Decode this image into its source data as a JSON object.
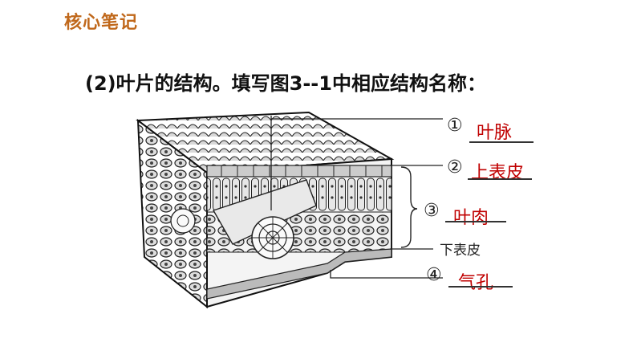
{
  "header": {
    "title": "核心笔记"
  },
  "question": {
    "text": "(2)叶片的结构。填写图3--1中相应结构名称："
  },
  "labels": [
    {
      "number": "①",
      "answer": "叶脉"
    },
    {
      "number": "②",
      "answer": "上表皮"
    },
    {
      "number": "③",
      "answer": "叶肉"
    },
    {
      "number": "④",
      "answer": "气孔"
    }
  ],
  "plain_label": "下表皮",
  "colors": {
    "header": "#c0681b",
    "answer": "#c00000"
  }
}
